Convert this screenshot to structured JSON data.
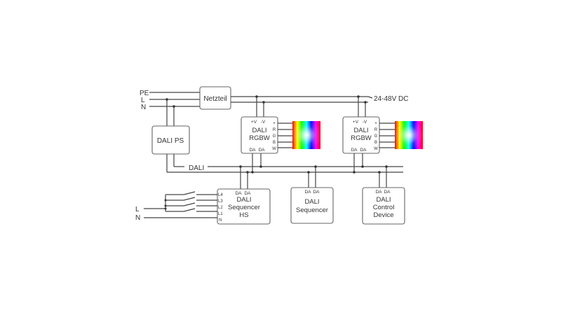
{
  "mains": {
    "pe": "PE",
    "l": "L",
    "n": "N"
  },
  "psu": {
    "label": "Netzteil"
  },
  "dc_bus": {
    "label": "24-48V DC"
  },
  "dali_ps": {
    "label": "DALI PS"
  },
  "dali_bus": {
    "label": "DALI"
  },
  "rgbw_1": {
    "label_1": "DALI",
    "label_2": "RGBW",
    "power_pins": [
      "+V",
      "-V"
    ],
    "out_pins": [
      "+",
      "R",
      "G",
      "B",
      "W"
    ],
    "bus_pins": [
      "DA",
      "DA"
    ]
  },
  "rgbw_2": {
    "label_1": "DALI",
    "label_2": "RGBW",
    "power_pins": [
      "+V",
      "-V"
    ],
    "out_pins": [
      "+",
      "R",
      "G",
      "B",
      "W"
    ],
    "bus_pins": [
      "DA",
      "DA"
    ]
  },
  "sequencer_hs": {
    "pins": [
      "DA",
      "DA"
    ],
    "label_1": "DALI",
    "label_2": "Sequencer",
    "label_3": "HS",
    "inputs": [
      "L4",
      "L3",
      "L2",
      "L1",
      "N"
    ]
  },
  "sequencer": {
    "pins": [
      "DA",
      "DA"
    ],
    "label_1": "DALI",
    "label_2": "Sequencer"
  },
  "control_device": {
    "pins": [
      "DA",
      "DA"
    ],
    "label_1": "DALI",
    "label_2": "Control",
    "label_3": "Device"
  },
  "switch_mains": {
    "l": "L",
    "n": "N"
  },
  "colors": {
    "line": "#444444",
    "box_border": "#666666",
    "text": "#333333"
  }
}
